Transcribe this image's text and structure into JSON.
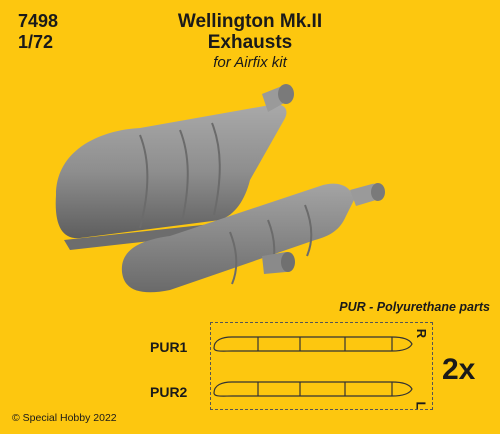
{
  "header": {
    "catalog_number": "7498",
    "scale": "1/72",
    "title_line1": "Wellington Mk.II",
    "title_line2": "Exhausts",
    "subtitle": "for Airfix kit"
  },
  "parts": {
    "material_note": "PUR - Polyurethane parts",
    "labels": [
      "PUR1",
      "PUR2"
    ],
    "side_right": "R",
    "side_left": "L",
    "quantity": "2x"
  },
  "footer": {
    "copyright": "© Special Hobby 2022"
  },
  "colors": {
    "background": "#fdc70f",
    "part_gray": "#8f8f8f"
  }
}
